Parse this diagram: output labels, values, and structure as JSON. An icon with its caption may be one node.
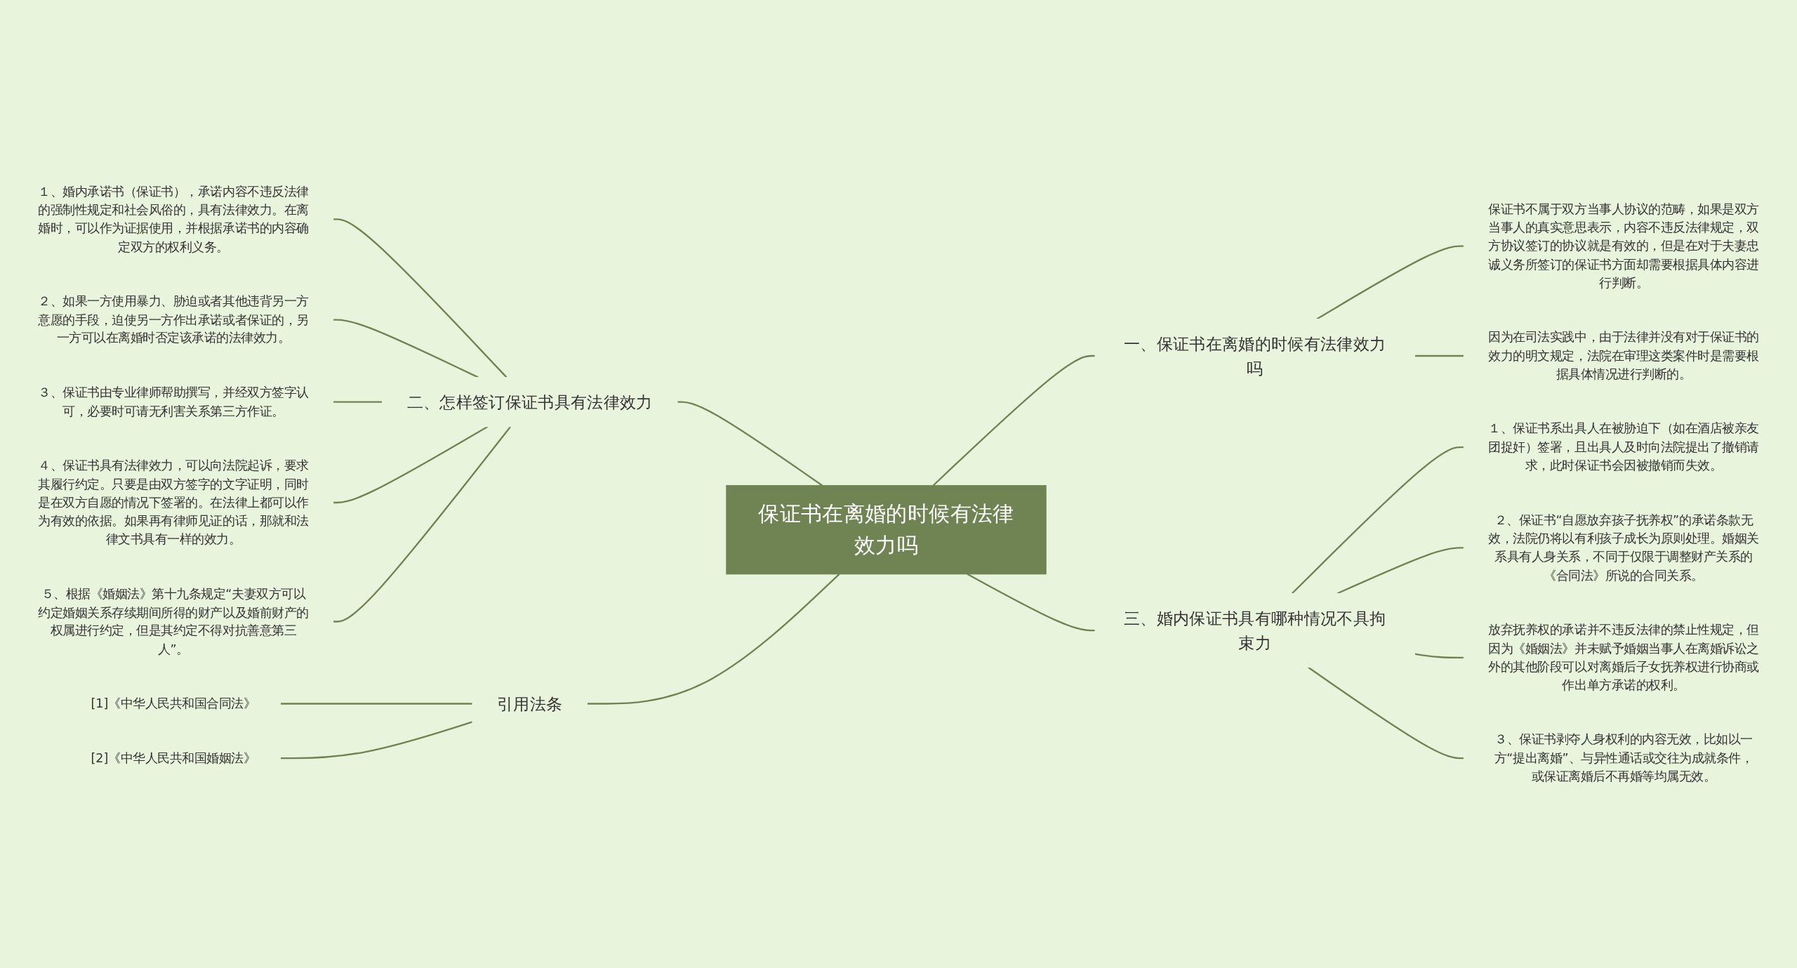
{
  "diagram": {
    "nodes": [
      {
        "text": [
          "保证书在离婚的时候有法律效力吗"
        ]
      },
      {
        "text": [
          "一、保证书在离婚的时候有法律效力吗"
        ]
      },
      {
        "text": [
          "保证书不属于双方当事人协议的范畴，如果是双方当事人的真实意思表示，内容不违反法律规定，双方协议签订的协议就是有效的，但是在对于夫妻忠诚义务所签订的保证书方面却需要根据具体内容进行判断。"
        ]
      },
      {
        "text": [
          "因为在司法实践中，由于法律并没有对于保证书的效力的明文规定，法院在审理这类案件时是需要根据具体情况进行判断的。"
        ]
      },
      {
        "text": [
          "三、婚内保证书具有哪种情况不具拘束力"
        ]
      },
      {
        "text": [
          "１、保证书系出具人在被胁迫下（如在酒店被亲友团捉奸）签署，且出具人及时向法院提出了撤销请求，此时保证书会因被撤销而失效。"
        ]
      },
      {
        "text": [
          "２、保证书“自愿放弃孩子抚养权”的承诺条款无效，法院仍将以有利孩子成长为原则处理。婚姻关系具有人身关系，不同于仅限于调整财产关系的《合同法》所说的合同关系。"
        ]
      },
      {
        "text": [
          "放弃抚养权的承诺并不违反法律的禁止性规定，但因为《婚姻法》并未赋予婚姻当事人在离婚诉讼之外的其他阶段可以对离婚后子女抚养权进行协商或作出单方承诺的权利。"
        ]
      },
      {
        "text": [
          "３、保证书剥夺人身权利的内容无效，比如以一方“提出离婚”、与异性通话或交往为成就条件，或保证离婚后不再婚等均属无效。"
        ]
      },
      {
        "text": [
          "二、怎样签订保证书具有法律效力"
        ]
      },
      {
        "text": [
          "１、婚内承诺书（保证书），承诺内容不违反法律的强制性规定和社会风俗的，具有法律效力。在离婚时，可以作为证据使用，并根据承诺书的内容确定双方的权利义务。"
        ]
      },
      {
        "text": [
          "２、如果一方使用暴力、胁迫或者其他违背另一方意愿的手段，迫使另一方作出承诺或者保证的，另一方可以在离婚时否定该承诺的法律效力。"
        ]
      },
      {
        "text": [
          "３、保证书由专业律师帮助撰写，并经双方签字认可，必要时可请无利害关系第三方作证。"
        ]
      },
      {
        "text": [
          "４、保证书具有法律效力，可以向法院起诉，要求其履行约定。只要是由双方签字的文字证明，同时是在双方自愿的情况下签署的。在法律上都可以作为有效的依据。如果再有律师见证的话，那就和法律文书具有一样的效力。"
        ]
      },
      {
        "text": [
          "５、根据《婚姻法》第十九条规定“夫妻双方可以约定婚姻关系存续期间所得的财产以及婚前财产的权属进行约定，但是其约定不得对抗善意第三人”。"
        ]
      },
      {
        "text": [
          "引用法条"
        ]
      },
      {
        "text": [
          "[1]《中华人民共和国合同法》"
        ]
      },
      {
        "text": [
          "[2]《中华人民共和国婚姻法》"
        ]
      }
    ],
    "edges": [
      {
        "from": 0,
        "to": 1,
        "arrow": "none"
      },
      {
        "from": 1,
        "to": 2,
        "arrow": "none"
      },
      {
        "from": 1,
        "to": 3,
        "arrow": "none"
      },
      {
        "from": 0,
        "to": 4,
        "arrow": "none"
      },
      {
        "from": 4,
        "to": 5,
        "arrow": "none"
      },
      {
        "from": 4,
        "to": 6,
        "arrow": "none"
      },
      {
        "from": 4,
        "to": 7,
        "arrow": "none"
      },
      {
        "from": 4,
        "to": 8,
        "arrow": "none"
      },
      {
        "from": 0,
        "to": 9,
        "arrow": "none"
      },
      {
        "from": 9,
        "to": 10,
        "arrow": "none"
      },
      {
        "from": 9,
        "to": 11,
        "arrow": "none"
      },
      {
        "from": 9,
        "to": 12,
        "arrow": "none"
      },
      {
        "from": 9,
        "to": 13,
        "arrow": "none"
      },
      {
        "from": 9,
        "to": 14,
        "arrow": "none"
      },
      {
        "from": 0,
        "to": 15,
        "arrow": "none"
      },
      {
        "from": 15,
        "to": 16,
        "arrow": "none"
      },
      {
        "from": 15,
        "to": 17,
        "arrow": "none"
      }
    ]
  }
}
